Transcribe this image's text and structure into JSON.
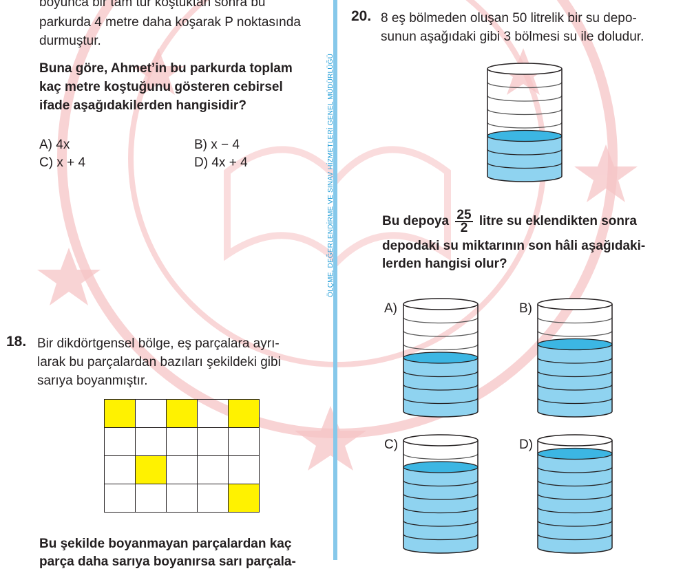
{
  "q17": {
    "lines": [
      "boyunca bir tam tur koştuktan sonra bu",
      "parkurda 4 metre daha koşarak P noktasında",
      "durmuştur."
    ],
    "question_lines": [
      "Buna göre, Ahmet’in bu parkurda toplam",
      "kaç metre koştuğunu gösteren cebirsel",
      "ifade aşağıdakilerden hangisidir?"
    ],
    "options": [
      {
        "letter": "A)",
        "text": "4x"
      },
      {
        "letter": "B)",
        "text": "x − 4"
      },
      {
        "letter": "C)",
        "text": "x + 4"
      },
      {
        "letter": "D)",
        "text": "4x + 4"
      }
    ]
  },
  "q18": {
    "number": "18.",
    "lines": [
      "Bir dikdörtgensel bölge, eş parçalara ayrı-",
      "larak bu parçalardan bazıları şekildeki gibi",
      "sarıya boyanmıştır."
    ],
    "grid": {
      "rows": 4,
      "cols": 5,
      "yellow_cells": [
        [
          0,
          0
        ],
        [
          0,
          2
        ],
        [
          0,
          4
        ],
        [
          2,
          1
        ],
        [
          3,
          4
        ]
      ],
      "yellow_color": "#fff200"
    },
    "question_lines": [
      "Bu şekilde boyanmayan parçalardan kaç",
      "parça daha sarıya boyanırsa sarı parçala-"
    ]
  },
  "sidebar_text": "ÖLÇME, DEĞERLENDİRME VE SINAV HİZMETLERİ GENEL MÜDÜRLÜĞÜ",
  "q20": {
    "number": "20.",
    "lines": [
      "8 eş bölmeden oluşan 50 litrelik bir su depo-",
      "sunun aşağıdaki gibi 3 bölmesi su ile doludur."
    ],
    "question_pre": "Bu depoya",
    "frac_num": "25",
    "frac_den": "2",
    "question_post": "litre su eklendikten sonra",
    "question_lines": [
      "depodaki su miktarının son hâli aşağıdaki-",
      "lerden hangisi olur?"
    ],
    "tank": {
      "sections": 8,
      "filled": 3
    },
    "options": [
      {
        "letter": "A)",
        "filled": 4
      },
      {
        "letter": "B)",
        "filled": 5
      },
      {
        "letter": "C)",
        "filled": 6
      },
      {
        "letter": "D)",
        "filled": 7
      }
    ],
    "water_color": "#8fd3f0",
    "water_top_color": "#3cb6e3"
  },
  "colors": {
    "watermark": "#f4b5b8",
    "divider": "#86c8ea"
  }
}
